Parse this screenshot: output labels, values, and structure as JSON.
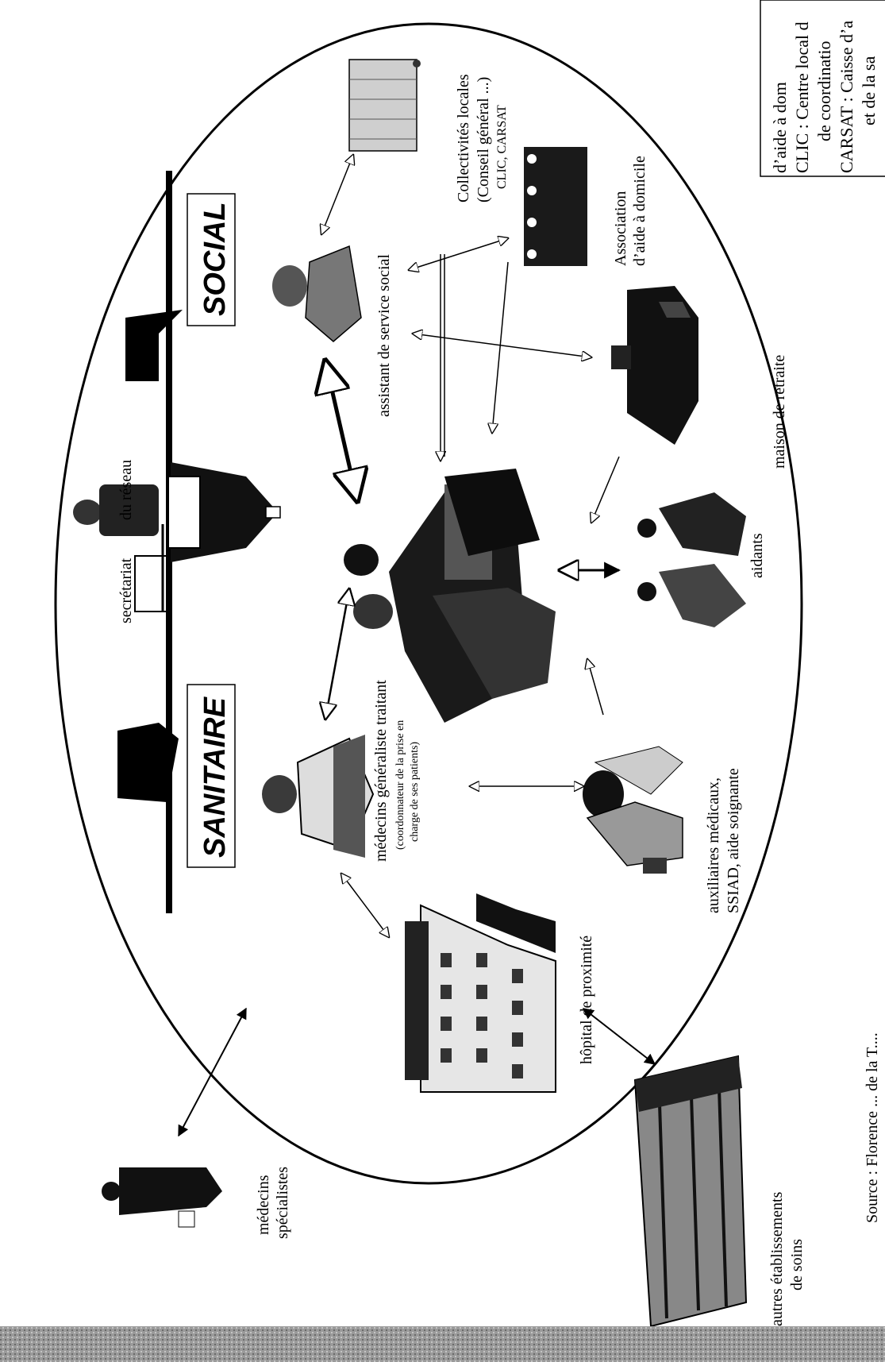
{
  "legend": {
    "lines": [
      "d’aide à dom",
      "CLIC : Centre local d",
      "de coordinatio",
      "CARSAT : Caisse d’a",
      "et de la sa"
    ]
  },
  "domains": {
    "sanitaire": "SANITAIRE",
    "social": "SOCIAL"
  },
  "labels": {
    "secretariat": "secrétariat",
    "du_reseau": "du réseau",
    "medecins_specialistes_1": "médecins",
    "medecins_specialistes_2": "spécialistes",
    "autres_etab_1": "autres établissements",
    "autres_etab_2": "de soins",
    "hopital": "hôpital de proximité",
    "medecins_gen": "médecins généraliste traitant",
    "coord_1": "(coordonnateur de la prise en",
    "coord_2": "charge de ses patients)",
    "auxiliaires_1": "auxiliaires médicaux,",
    "auxiliaires_2": "SSIAD, aide soignante",
    "aidants": "aidants",
    "maison": "maison de retraite",
    "assistant": "assistant de service social",
    "association_1": "Association",
    "association_2": "d’aide à domicile",
    "collectivites_1": "Collectivités locales",
    "collectivites_2": "(Conseil général ...)",
    "collectivites_3": "CLIC, CARSAT"
  },
  "footer": {
    "source": "Source : Florence ... de la T.... "
  },
  "colors": {
    "ink": "#000000",
    "paper": "#ffffff",
    "scan_strip": "#8a8a8a"
  }
}
